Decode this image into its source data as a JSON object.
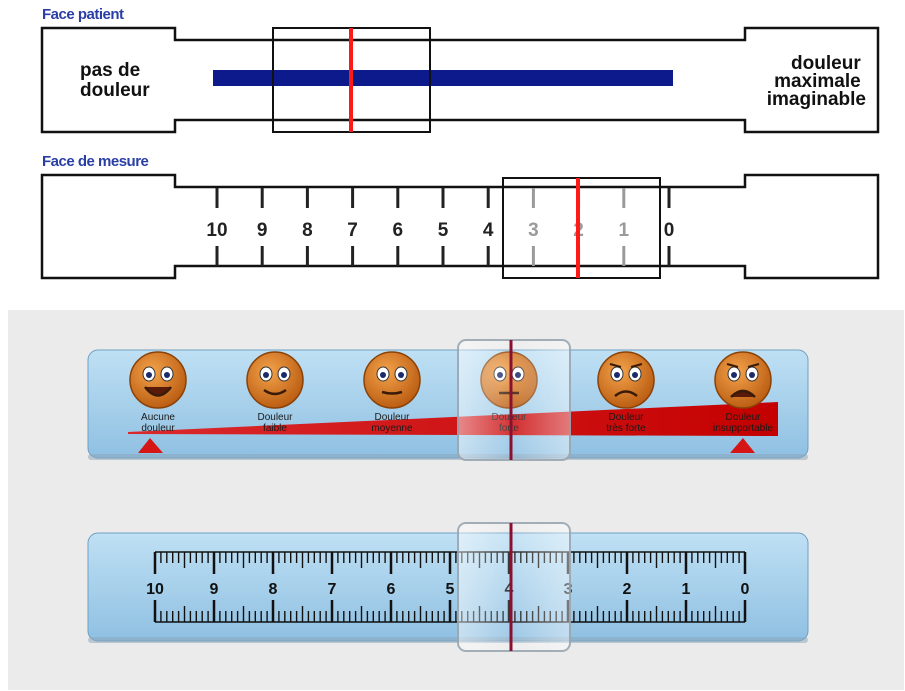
{
  "patient_face": {
    "title": "Face patient",
    "left_label_lines": [
      "pas de",
      "douleur"
    ],
    "right_label_lines": [
      "douleur",
      "maximale",
      "imaginable"
    ]
  },
  "measure_face": {
    "title": "Face de mesure",
    "scale_labels": [
      "10",
      "9",
      "8",
      "7",
      "6",
      "5",
      "4",
      "3",
      "2",
      "1",
      "0"
    ]
  },
  "face_scale": {
    "faces": [
      {
        "label_lines": [
          "Aucune",
          "douleur"
        ],
        "expression": "smile-big"
      },
      {
        "label_lines": [
          "Douleur",
          "faible"
        ],
        "expression": "smile"
      },
      {
        "label_lines": [
          "Douleur",
          "moyenne"
        ],
        "expression": "neutral"
      },
      {
        "label_lines": [
          "Douleur",
          "forte"
        ],
        "expression": "flat"
      },
      {
        "label_lines": [
          "Douleur",
          "très forte"
        ],
        "expression": "sad"
      },
      {
        "label_lines": [
          "Douleur",
          "insupportable"
        ],
        "expression": "crying"
      }
    ]
  },
  "ruler": {
    "scale_labels": [
      "10",
      "9",
      "8",
      "7",
      "6",
      "5",
      "4",
      "3",
      "2",
      "1",
      "0"
    ]
  },
  "colors": {
    "title_blue": "#2a3fa6",
    "bar_navy": "#0d1a8c",
    "cursor_red": "#ff1a1a",
    "card_blue": "#a9d1ec",
    "face_orange": "#d9741f",
    "wedge_red": "#e01818"
  }
}
